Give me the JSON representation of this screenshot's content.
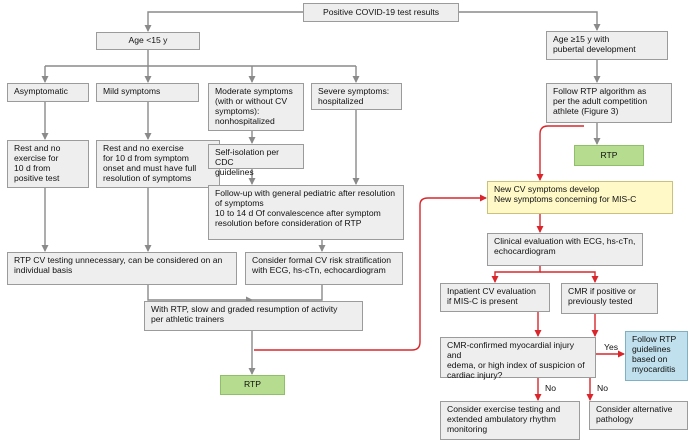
{
  "nodes": {
    "root": "Positive COVID-19 test results",
    "age_lt15": "Age <15 y",
    "age_ge15": "Age ≥15 y with\npubertal development",
    "asymptomatic": "Asymptomatic",
    "mild": "Mild symptoms",
    "moderate": "Moderate symptoms\n(with or without CV\nsymptoms):\nnonhospitalized",
    "severe": "Severe symptoms:\nhospitalized",
    "rest_10d_asym": "Rest and no\nexercise for\n10 d from\npositive test",
    "rest_10d_mild": "Rest and no exercise\nfor 10 d from symptom\nonset and must have full\nresolution of symptoms",
    "self_isolation": "Self-isolation per CDC\nguidelines",
    "followup_peds": "Follow-up with general pediatric after resolution\nof symptoms\n10 to 14 d Of convalescence after symptom\nresolution before consideration of RTP",
    "rtp_unnecessary": "RTP CV testing unnecessary, can be considered on an\nindividual basis",
    "formal_cv": "Consider formal CV risk stratification\nwith ECG, hs-cTn, echocardiogram",
    "slow_resumption": "With RTP, slow and graded resumption of activity\nper athletic trainers",
    "rtp_left": "RTP",
    "follow_rtp_adult": "Follow RTP algorithm as\nper the adult competition\nathlete (Figure 3)",
    "rtp_right": "RTP",
    "new_cv": "New CV symptoms develop\nNew symptoms concerning for MIS-C",
    "clinical_eval": "Clinical evaluation with ECG, hs-cTn,\nechocardiogram",
    "inpatient_cv": "Inpatient CV evaluation\nif MIS-C is present",
    "cmr_positive": "CMR if positive or\npreviously tested",
    "cmr_confirmed": "CMR-confirmed myocardial injury and\nedema, or high index of suspicion of\ncardiac injury?",
    "follow_myocarditis": "Follow RTP\nguidelines\nbased on\nmyocarditis",
    "exercise_testing": "Consider exercise testing and\nextended ambulatory rhythm\nmonitoring",
    "alt_pathology": "Consider alternative\npathology"
  },
  "edge_labels": {
    "yes": "Yes",
    "no_left": "No",
    "no_right": "No"
  },
  "colors": {
    "box_fill": "#eeeeee",
    "box_border": "#9b9b9b",
    "arrow_gray": "#8a8a8a",
    "arrow_red": "#d9262c",
    "highlight_yellow": "#fff9c7",
    "highlight_blue": "#bfe0ec",
    "rtp_green": "#b6dc8f"
  }
}
